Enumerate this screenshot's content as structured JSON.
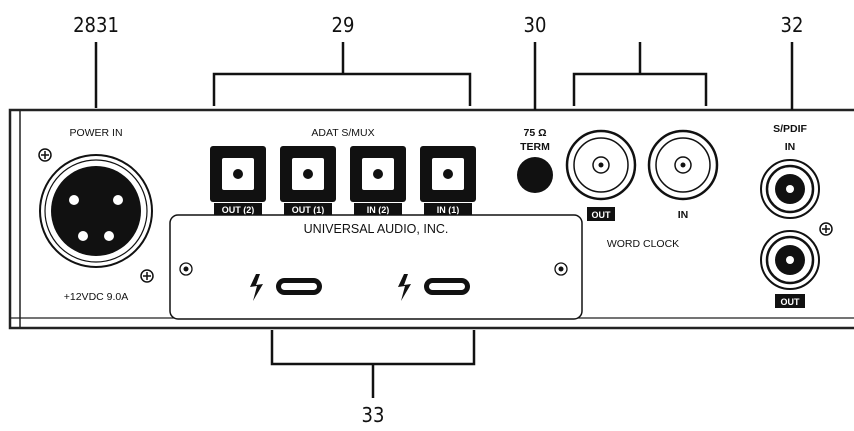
{
  "callouts": {
    "c28_31": "2831",
    "c29": "29",
    "c30": "30",
    "c32": "32",
    "c33": "33"
  },
  "panel": {
    "power_in": "POWER IN",
    "power_rating": "+12VDC 9.0A",
    "adat_title": "ADAT S/MUX",
    "adat_ports": [
      "OUT (2)",
      "OUT (1)",
      "IN (2)",
      "IN (1)"
    ],
    "term_value": "75 Ω",
    "term_label": "TERM",
    "wordclock_out": "OUT",
    "wordclock_in": "IN",
    "wordclock_title": "WORD CLOCK",
    "brand": "UNIVERSAL AUDIO, INC.",
    "spdif_title": "S/PDIF",
    "spdif_in": "IN",
    "spdif_out": "OUT"
  }
}
